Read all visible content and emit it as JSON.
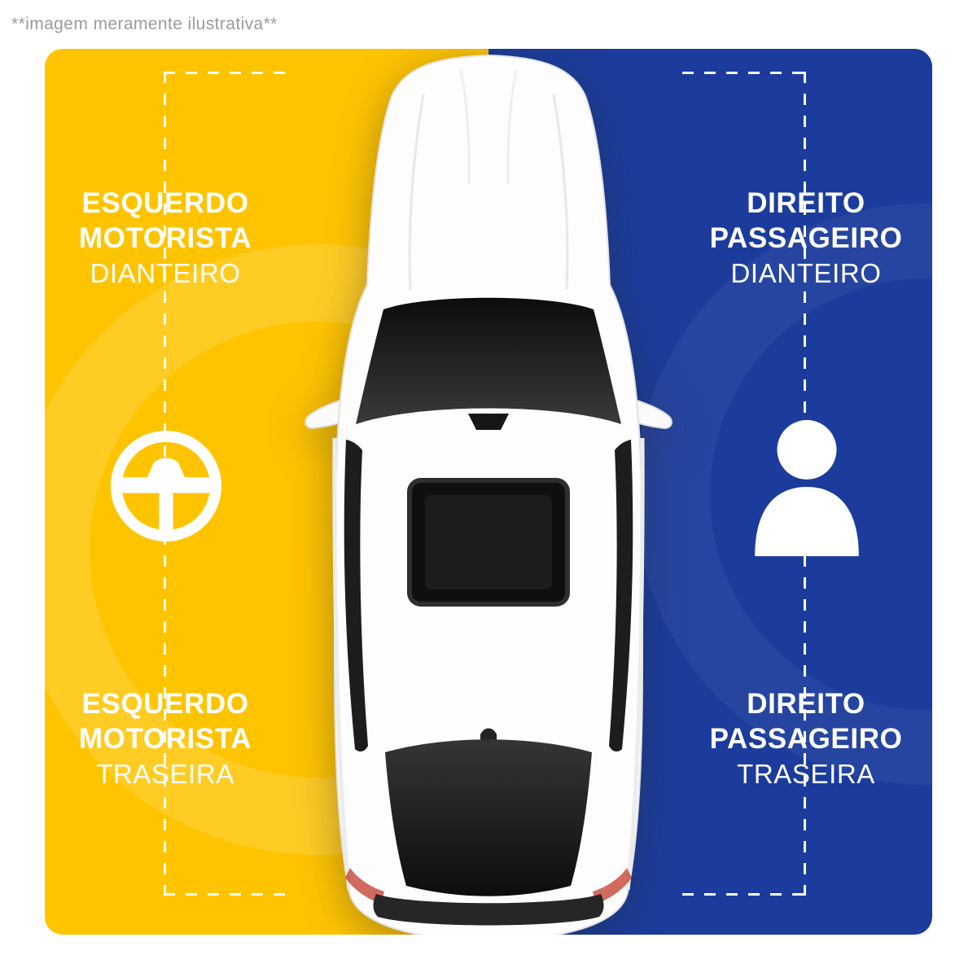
{
  "disclaimer": "**imagem meramente ilustrativa**",
  "colors": {
    "driver_side_yellow": "#FFC400",
    "passenger_side_blue": "#1B3C9C",
    "label_text": "#FFFFFF",
    "disclaimer_text": "#9B9B9B"
  },
  "labels": {
    "front_left": {
      "line1": "ESQUERDO",
      "line2": "MOTORISTA",
      "line3": "DIANTEIRO"
    },
    "front_right": {
      "line1": "DIREITO",
      "line2": "PASSAGEIRO",
      "line3": "DIANTEIRO"
    },
    "rear_left": {
      "line1": "ESQUERDO",
      "line2": "MOTORISTA",
      "line3": "TRASEIRA"
    },
    "rear_right": {
      "line1": "DIREITO",
      "line2": "PASSAGEIRO",
      "line3": "TRASEIRA"
    }
  },
  "icons": {
    "driver": "steering-wheel-icon",
    "passenger": "person-icon",
    "center": "car-top-view"
  }
}
